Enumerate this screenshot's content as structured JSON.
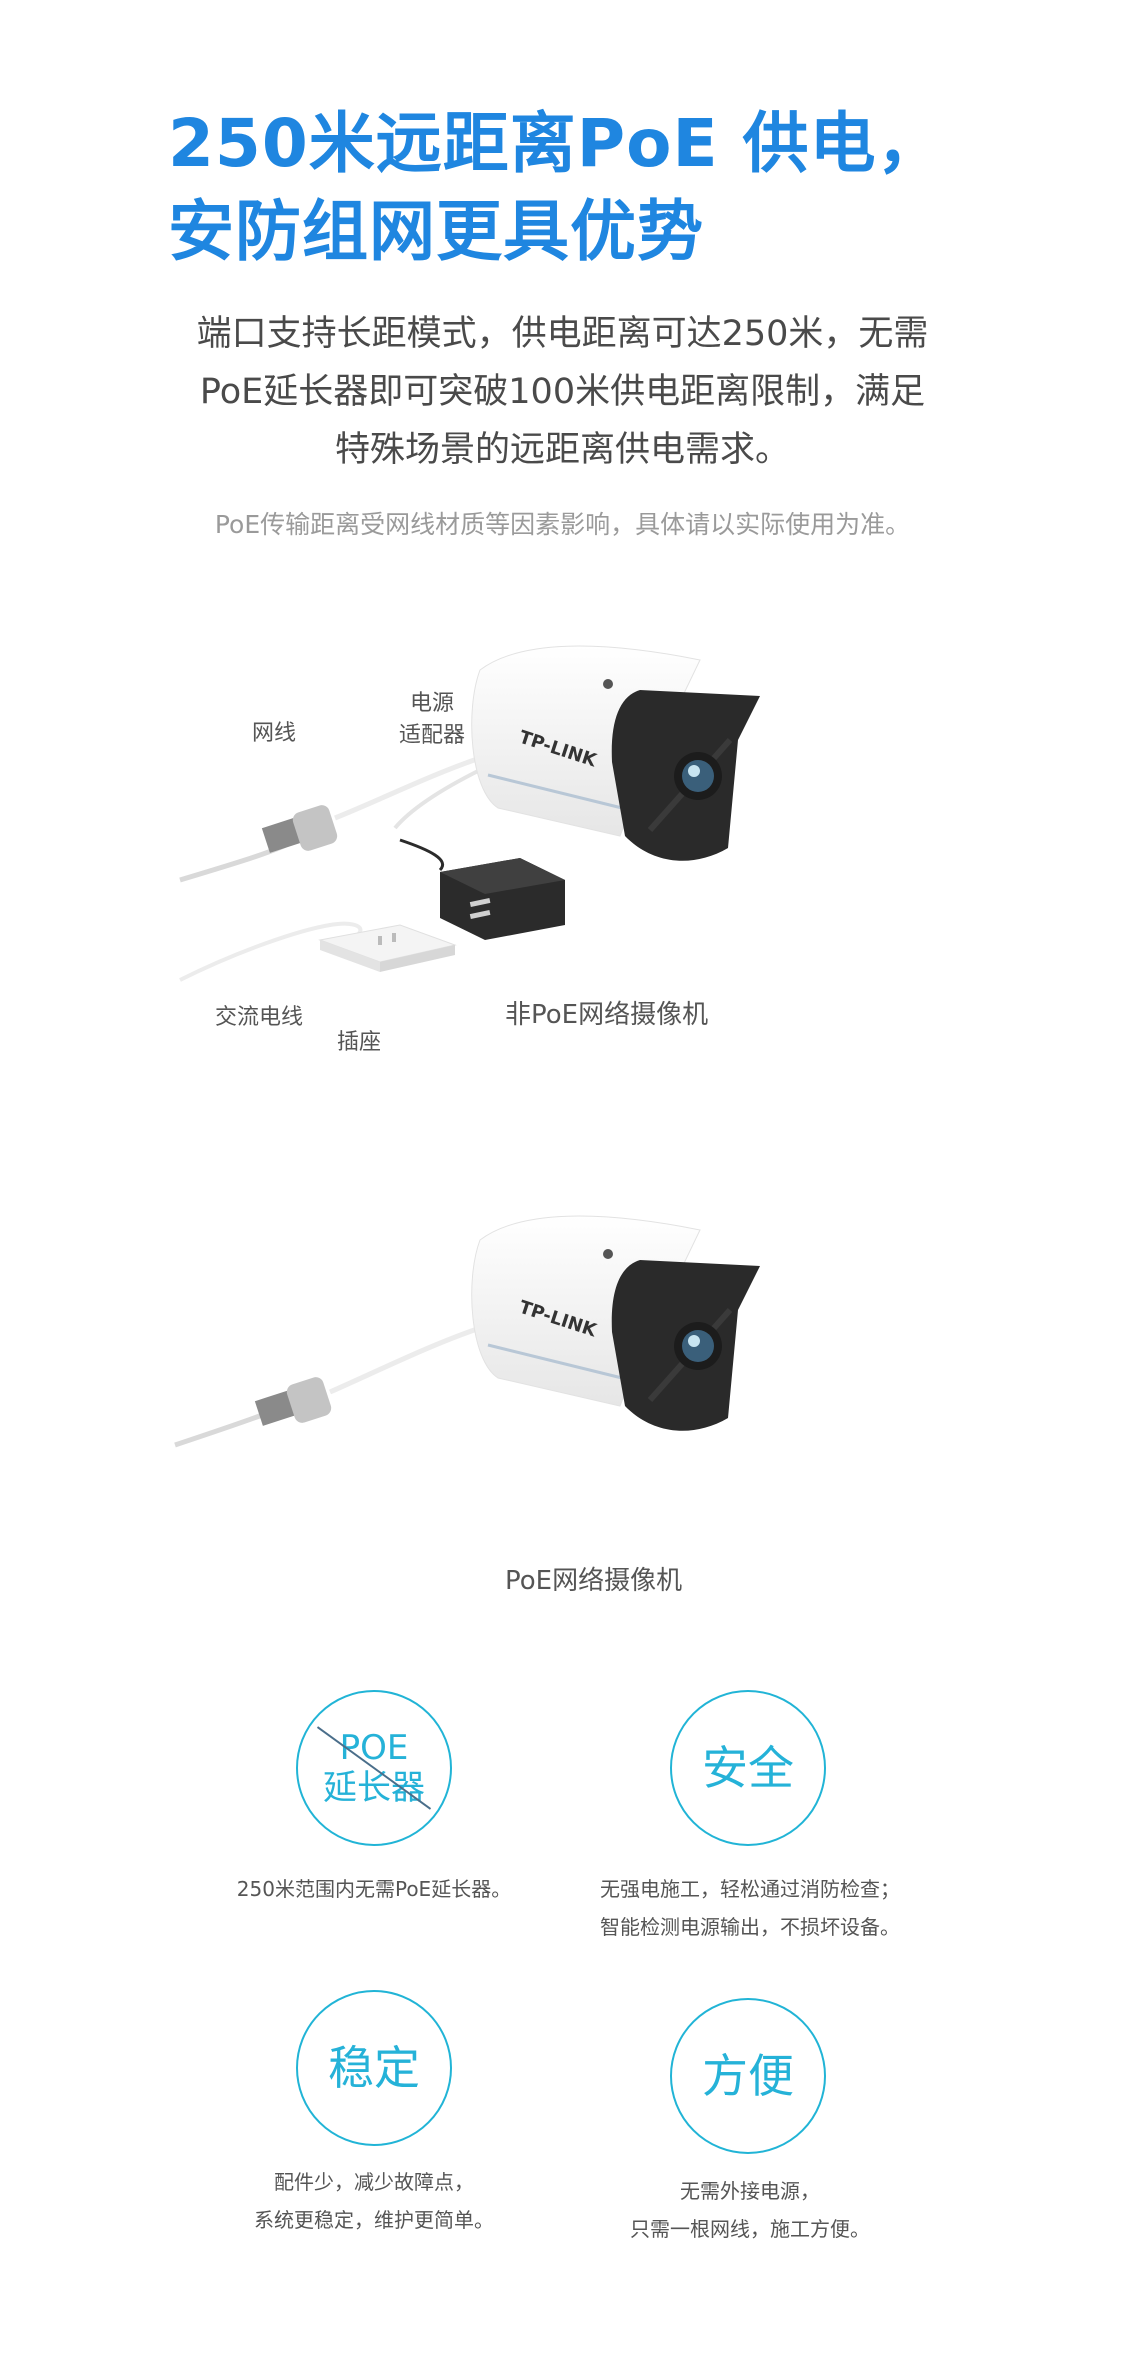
{
  "headline": {
    "line1": "250米远距离PoE 供电，",
    "line2": "安防组网更具优势"
  },
  "subtitle": {
    "line1": "端口支持长距模式，供电距离可达250米，无需",
    "line2": "PoE延长器即可突破100米供电距离限制，满足",
    "line3": "特殊场景的远距离供电需求。"
  },
  "note": "PoE传输距离受网线材质等因素影响，具体请以实际使用为准。",
  "diagram1": {
    "label_network_cable": "网线",
    "label_adapter_line1": "电源",
    "label_adapter_line2": "适配器",
    "label_ac_cable": "交流电线",
    "label_socket": "插座",
    "caption": "非PoE网络摄像机",
    "brand": "TP-LINK"
  },
  "diagram2": {
    "caption": "PoE网络摄像机",
    "brand": "TP-LINK"
  },
  "features": [
    {
      "circle_line1": "POE",
      "circle_line2": "延长器",
      "desc_line1": "250米范围内无需PoE延长器。",
      "desc_line2": ""
    },
    {
      "circle_text": "安全",
      "desc_line1": "无强电施工，轻松通过消防检查；",
      "desc_line2": "智能检测电源输出，不损坏设备。"
    },
    {
      "circle_text": "稳定",
      "desc_line1": "配件少，减少故障点，",
      "desc_line2": "系统更稳定，维护更简单。"
    },
    {
      "circle_text": "方便",
      "desc_line1": "无需外接电源，",
      "desc_line2": "只需一根网线，施工方便。"
    }
  ],
  "colors": {
    "headline": "#1f86e0",
    "circle_accent": "#25b2d8",
    "camera_body": "#ffffff",
    "camera_hood": "#2a2a2a"
  }
}
